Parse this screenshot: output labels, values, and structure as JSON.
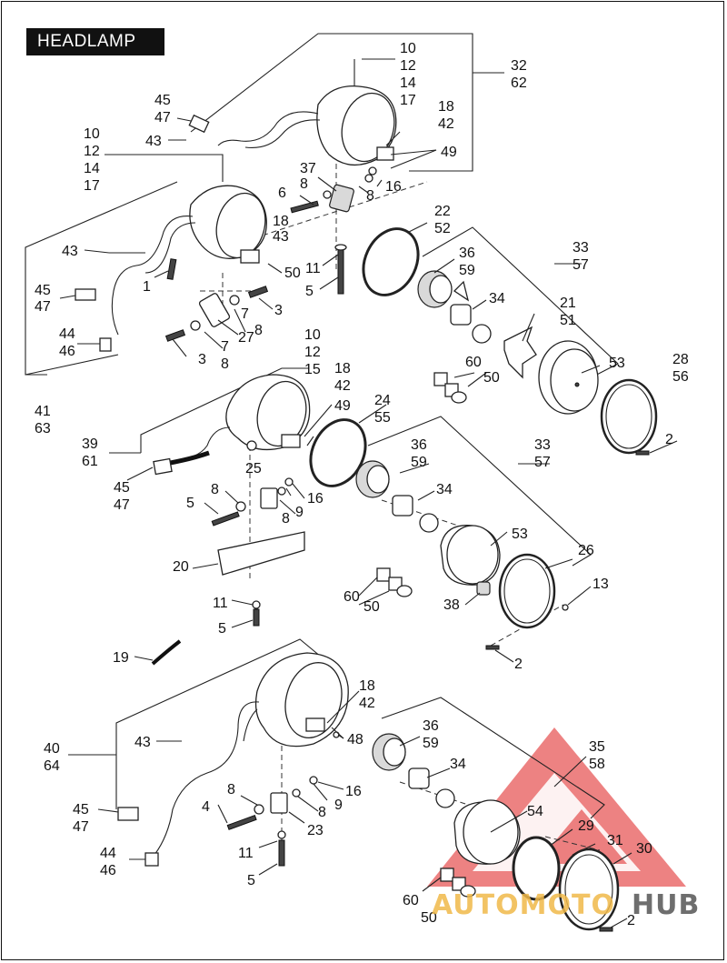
{
  "title": "HEADLAMP",
  "watermark": {
    "prefix": "AUTOMOTO",
    "suffix": "HUB",
    "color_prefix": "#f0b94a",
    "color_suffix": "#555555",
    "logo_color": "#e33b3b"
  },
  "labels": {
    "a1": "10",
    "a2": "12",
    "a3": "14",
    "a4": "17",
    "b1": "32",
    "b2": "62",
    "c1": "45",
    "c2": "47",
    "c3": "43",
    "d1": "18",
    "d2": "42",
    "d3": "49",
    "e1": "10",
    "e2": "12",
    "e3": "14",
    "e4": "17",
    "f1": "37",
    "f2": "8",
    "f3": "6",
    "f4": "8",
    "f5": "16",
    "g1": "18",
    "g2": "43",
    "g3": "50",
    "h1": "22",
    "h2": "52",
    "i1": "33",
    "i2": "57",
    "j1": "43",
    "j2": "1",
    "k1": "45",
    "k2": "47",
    "l1": "11",
    "l2": "5",
    "m1": "36",
    "m2": "59",
    "m3": "34",
    "n1": "21",
    "n2": "51",
    "o1": "3",
    "o2": "7",
    "o3": "8",
    "o4": "27",
    "o5": "7",
    "o6": "8",
    "o7": "3",
    "p1": "44",
    "p2": "46",
    "q1": "60",
    "q2": "50",
    "q3": "53",
    "r1": "28",
    "r2": "56",
    "s1": "41",
    "s2": "63",
    "t1": "10",
    "t2": "12",
    "t3": "15",
    "u1": "18",
    "u2": "42",
    "u3": "49",
    "v1": "24",
    "v2": "55",
    "w1": "39",
    "w2": "61",
    "w3": "45",
    "w4": "47",
    "x1": "2",
    "x2": "33",
    "x3": "57",
    "y1": "36",
    "y2": "59",
    "y3": "34",
    "z1": "25",
    "z2": "8",
    "z3": "5",
    "z4": "8",
    "z5": "9",
    "z6": "16",
    "aa1": "53",
    "aa2": "20",
    "aa3": "26",
    "aa4": "13",
    "ab1": "11",
    "ab2": "60",
    "ab3": "50",
    "ab4": "38",
    "ac1": "5",
    "ac2": "19",
    "ac3": "2",
    "ad1": "18",
    "ad2": "42",
    "ad3": "48",
    "ae1": "43",
    "ae2": "40",
    "ae3": "64",
    "af1": "36",
    "af2": "59",
    "af3": "34",
    "ag1": "35",
    "ag2": "58",
    "ah1": "8",
    "ah2": "16",
    "ah3": "4",
    "ah4": "8",
    "ah5": "9",
    "ah6": "23",
    "ai1": "45",
    "ai2": "47",
    "ai3": "54",
    "aj1": "44",
    "aj2": "46",
    "aj3": "11",
    "aj4": "29",
    "aj5": "31",
    "aj6": "30",
    "ak1": "5",
    "ak2": "60",
    "ak3": "50",
    "ak4": "2"
  }
}
